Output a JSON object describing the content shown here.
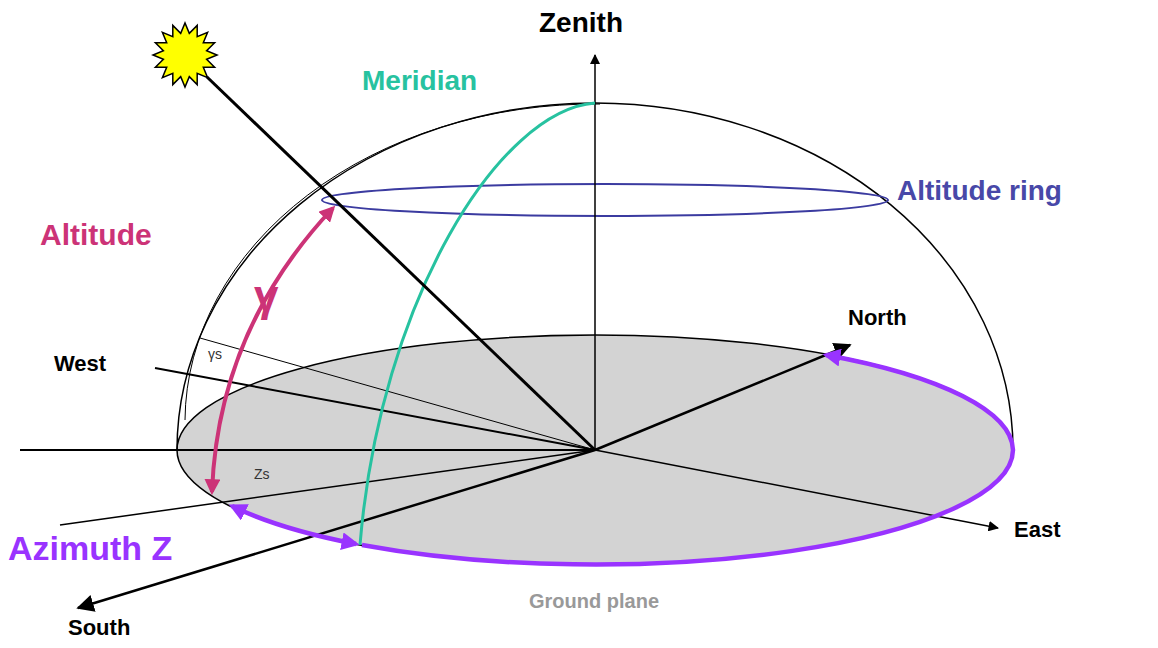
{
  "diagram": {
    "labels": [
      "Zenith",
      "Meridian",
      "Altitude ring",
      "Altitude",
      "γ",
      "North",
      "West",
      "γs",
      "Zs",
      "East",
      "Azimuth Z",
      "Ground plane",
      "South"
    ]
  }
}
